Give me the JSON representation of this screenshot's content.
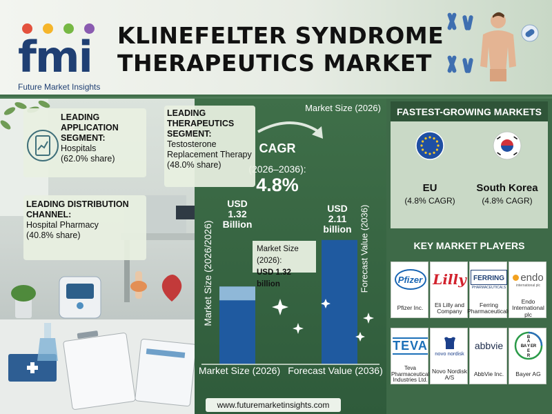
{
  "brand": {
    "logo_text": "fmi",
    "logo_subtitle": "Future Market Insights",
    "dot_colors": [
      "#e3513d",
      "#f5b52a",
      "#76b844",
      "#8a5bb0"
    ],
    "primary_color": "#1f3f73"
  },
  "title": {
    "line1": "KLINEFELTER SYNDROME",
    "line2": "THERAPEUTICS MARKET"
  },
  "highlights": {
    "application": {
      "title_1": "LEADING APPLICATION",
      "title_2": "SEGMENT:",
      "value": "Hospitals",
      "share": "(62.0% share)"
    },
    "therapeutics": {
      "title_1": "LEADING THERAPEUTICS",
      "title_2": "SEGMENT:",
      "value_1": "Testosterone",
      "value_2": "Replacement Therapy",
      "share": "(48.0% share)"
    },
    "distribution": {
      "title_1": "LEADING DISTRIBUTION",
      "title_2": "CHANNEL:",
      "value": "Hospital Pharmacy",
      "share": "(40.8% share)"
    }
  },
  "chart_data": {
    "type": "bar",
    "categories": [
      "Market Size (2026)",
      "Forecast Value (2036)"
    ],
    "values": [
      1.32,
      2.11
    ],
    "unit": "USD Billion",
    "ylim": [
      0,
      2.4
    ],
    "bar_labels": [
      [
        "USD",
        "1.32",
        "Billion"
      ],
      [
        "USD",
        "2.11",
        "billion"
      ]
    ],
    "vertical_labels": [
      "Market Size (2026/2026)",
      "Forecast Value (2036)"
    ],
    "top_label": "Market Size (2026)",
    "annotation": {
      "line1": "Market Size (2026):",
      "line2": "USD 1.32 billion"
    },
    "cagr": {
      "label": "CAGR",
      "period": "(2026–2036):",
      "value": "4.8%"
    },
    "bar_color": "#1f5aa0",
    "highlight_color": "#8fb8d8"
  },
  "fastest_markets": {
    "heading": "FASTEST-GROWING MARKETS",
    "items": [
      {
        "name": "EU",
        "cagr": "(4.8% CAGR)"
      },
      {
        "name": "South Korea",
        "cagr": "(4.8% CAGR)"
      }
    ]
  },
  "key_players": {
    "heading": "KEY MARKET PLAYERS",
    "logos": {
      "pfizer": "Pfizer",
      "lilly": "Lilly",
      "ferring": "FERRING",
      "ferring_sub": "PHARMACEUTICALS",
      "endo": "endo",
      "endo_sub": "international plc",
      "teva": "TEVA",
      "novo": "novo nordisk",
      "abbvie": "abbvie",
      "bayer": [
        "B",
        "A",
        "Y",
        "E",
        "R"
      ]
    },
    "names": [
      "Pfizer Inc.",
      "Eli Lilly and Company",
      "Ferring Pharmaceuticals",
      "Endo International plc",
      "Teva Pharmaceutical Industries Ltd.",
      "Novo Nordisk A/S",
      "AbbVie Inc.",
      "Bayer AG"
    ]
  },
  "footer": {
    "url": "www.futuremarketinsights.com"
  }
}
